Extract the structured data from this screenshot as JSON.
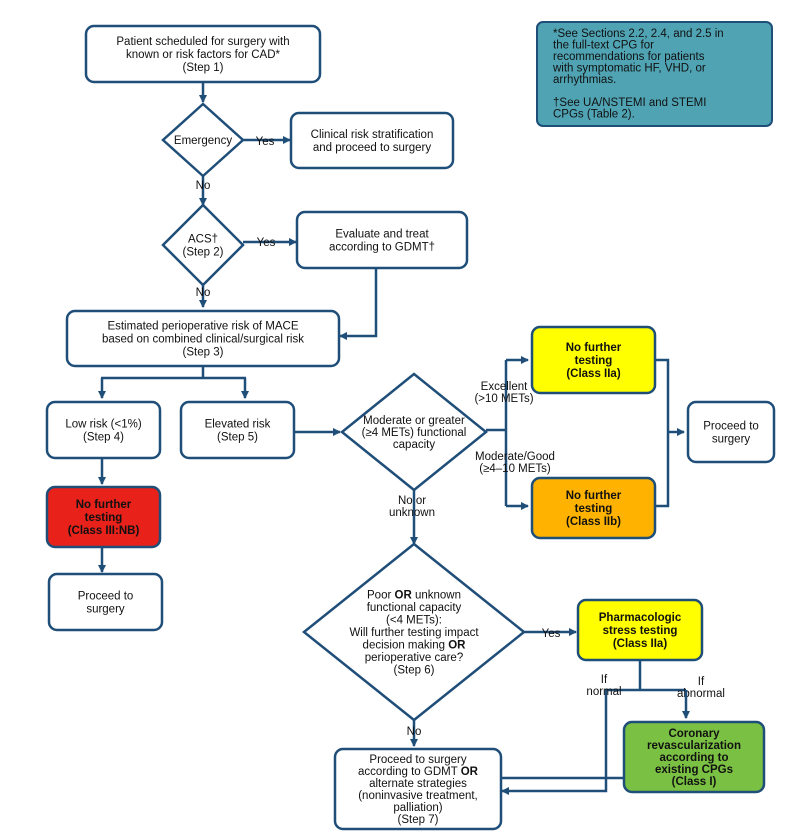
{
  "colors": {
    "stroke": "#1f4e79",
    "arrow": "#1f4e79",
    "note_fill": "#4fa3b3",
    "red_fill": "#e8211b",
    "yellow_fill": "#ffff00",
    "orange_fill": "#ffb300",
    "green_fill": "#7ac043",
    "white_fill": "#ffffff"
  },
  "note": {
    "lines": [
      "*See Sections 2.2, 2.4, and 2.5 in",
      "the full-text CPG for",
      "recommendations for patients",
      "with symptomatic HF, VHD, or",
      "arrhythmias.",
      "",
      "†See UA/NSTEMI and STEMI",
      "CPGs (Table 2)."
    ]
  },
  "nodes": {
    "step1": [
      "Patient scheduled for surgery with",
      "known or risk factors for CAD*",
      "(Step 1)"
    ],
    "emergency": [
      "Emergency"
    ],
    "clinical_risk": [
      "Clinical risk stratification",
      "and proceed to surgery"
    ],
    "acs": [
      "ACS†",
      "(Step 2)"
    ],
    "evaluate": [
      "Evaluate and treat",
      "according to GDMT†"
    ],
    "step3": [
      "Estimated perioperative risk of MACE",
      "based on combined clinical/surgical risk",
      "(Step 3)"
    ],
    "low_risk": [
      "Low risk (<1%)",
      "(Step 4)"
    ],
    "elevated_risk": [
      "Elevated risk",
      "(Step 5)"
    ],
    "functional": [
      "Moderate or greater",
      "(≥4 METs) functional",
      "capacity"
    ],
    "no_further_2a": [
      "No further",
      "testing",
      "(Class IIa)"
    ],
    "no_further_2b": [
      "No further",
      "testing",
      "(Class IIb)"
    ],
    "no_further_3": [
      "No further",
      "testing",
      "(Class III:NB)"
    ],
    "proceed_left": [
      "Proceed to",
      "surgery"
    ],
    "proceed_right": [
      "Proceed to",
      "surgery"
    ],
    "step6": [
      "Poor OR unknown",
      "functional capacity",
      "(<4 METs):",
      "Will further testing impact",
      "decision making OR",
      "perioperative care?",
      "(Step 6)"
    ],
    "pharm": [
      "Pharmacologic",
      "stress testing",
      "(Class IIa)"
    ],
    "coronary": [
      "Coronary",
      "revascularization",
      "according to",
      "existing CPGs",
      "(Class I)"
    ],
    "step7": [
      "Proceed to surgery",
      "according to GDMT OR",
      "alternate strategies",
      "(noninvasive treatment,",
      "palliation)",
      "(Step 7)"
    ]
  },
  "labels": {
    "yes": "Yes",
    "no": "No",
    "excellent": [
      "Excellent",
      "(>10 METs)"
    ],
    "moderate_good": [
      "Moderate/Good",
      "(≥4–10 METs)"
    ],
    "no_or_unknown": [
      "No or",
      "unknown"
    ],
    "if_normal": [
      "If",
      "normal"
    ],
    "if_abnormal": [
      "If",
      "abnormal"
    ]
  }
}
